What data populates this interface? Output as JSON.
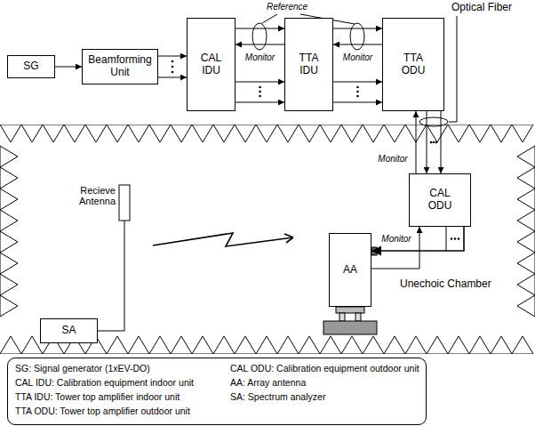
{
  "diagram": {
    "nodes": [
      {
        "text": [
          "SG"
        ]
      },
      {
        "text": [
          "Beamforming Unit"
        ]
      },
      {
        "text": [
          "CAL IDU"
        ]
      },
      {
        "text": [
          "TTA IDU"
        ]
      },
      {
        "text": [
          "TTA ODU"
        ]
      },
      {
        "text": [
          "Unechoic Chamber"
        ]
      },
      {
        "text": [
          "CAL ODU"
        ],
        "in": 5
      },
      {
        "text": [
          "AA"
        ],
        "in": 5
      },
      {
        "text": [
          "SA"
        ]
      },
      {
        "text": [
          "SG: Signal generator (1xEV-DO)",
          "CAL ODU: Calibration equipment outdoor unit",
          "CAL IDU: Calibration equipment indoor unit",
          "AA: Array antenna",
          "TTA IDU: Tower top amplifier indoor unit",
          "SA: Spectrum analyzer",
          "TTA ODU: Tower top amplifier outdoor unit"
        ]
      }
    ],
    "edges": [
      {
        "from": 0,
        "to": 1,
        "arrow": "to"
      },
      {
        "from": 1,
        "to": 2,
        "arrow": "to"
      },
      {
        "from": 2,
        "to": 3,
        "arrow": "to"
      },
      {
        "from": 3,
        "to": 2,
        "label": "Monitor",
        "arrow": "to"
      },
      {
        "from": 3,
        "to": 4,
        "arrow": "to"
      },
      {
        "from": 4,
        "to": 3,
        "label": "Monitor",
        "arrow": "to"
      },
      {
        "from": 4,
        "to": 6,
        "arrow": "to"
      },
      {
        "from": 6,
        "to": 4,
        "label": "Monitor",
        "arrow": "to"
      },
      {
        "from": 6,
        "to": 7,
        "arrow": "to"
      },
      {
        "from": 7,
        "to": 6,
        "label": "Monitor",
        "arrow": "to"
      }
    ],
    "labels": [
      "Reference",
      "Optical Fiber",
      "Recieve Antenna"
    ]
  }
}
